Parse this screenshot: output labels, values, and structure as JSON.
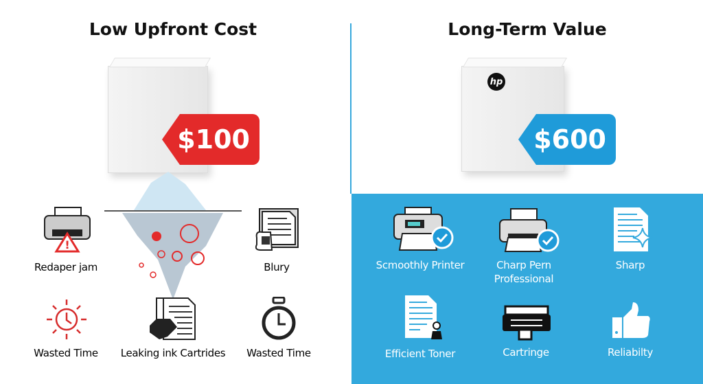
{
  "left": {
    "title": "Low Upfront Cost",
    "price": "$100",
    "tag_color": "#e32a2a",
    "items": [
      {
        "label": "Redaper jam",
        "icon": "printer-jam-icon"
      },
      {
        "label": "Blury",
        "icon": "blurry-document-icon"
      },
      {
        "label": "Wasted Time",
        "icon": "red-clock-sun-icon"
      },
      {
        "label": "Leaking ink Cartrides",
        "icon": "leaking-cartridge-icon"
      },
      {
        "label": "Wasted Time",
        "icon": "stopwatch-icon"
      }
    ]
  },
  "right": {
    "title": "Long-Term Value",
    "price": "$600",
    "brand": "hp",
    "tag_color": "#1f9bd9",
    "panel_color": "#33a9dd",
    "items": [
      {
        "label": "Scmoothly Printer",
        "icon": "printer-check-icon"
      },
      {
        "label": "Charp Pern Professional",
        "icon": "printer-check-icon"
      },
      {
        "label": "Sharp",
        "icon": "sharp-document-icon"
      },
      {
        "label": "Efficient Toner",
        "icon": "document-stamp-icon"
      },
      {
        "label": "Cartringe",
        "icon": "cartridge-icon"
      },
      {
        "label": "Reliabilty",
        "icon": "thumbs-up-icon"
      }
    ]
  }
}
